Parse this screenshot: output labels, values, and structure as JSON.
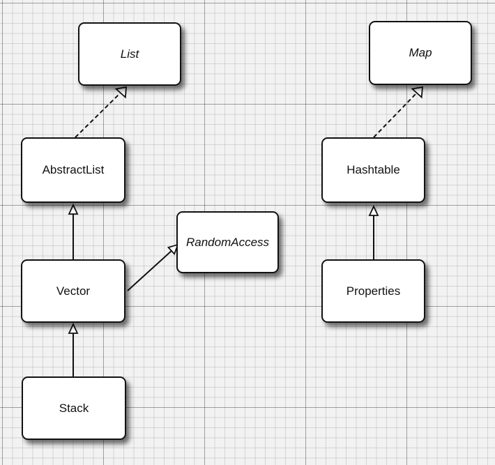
{
  "diagram": {
    "nodes": [
      {
        "id": "list",
        "label": "List",
        "kind": "interface"
      },
      {
        "id": "abstractlist",
        "label": "AbstractList",
        "kind": "class"
      },
      {
        "id": "vector",
        "label": "Vector",
        "kind": "class"
      },
      {
        "id": "randomaccess",
        "label": "RandomAccess",
        "kind": "interface"
      },
      {
        "id": "stack",
        "label": "Stack",
        "kind": "class"
      },
      {
        "id": "map",
        "label": "Map",
        "kind": "interface"
      },
      {
        "id": "hashtable",
        "label": "Hashtable",
        "kind": "class"
      },
      {
        "id": "properties",
        "label": "Properties",
        "kind": "class"
      }
    ],
    "edges": [
      {
        "from": "abstractlist",
        "to": "list",
        "style": "dashed",
        "arrow": "hollow-triangle"
      },
      {
        "from": "vector",
        "to": "abstractlist",
        "style": "solid",
        "arrow": "hollow-triangle"
      },
      {
        "from": "vector",
        "to": "randomaccess",
        "style": "solid",
        "arrow": "hollow-triangle"
      },
      {
        "from": "stack",
        "to": "vector",
        "style": "solid",
        "arrow": "hollow-triangle"
      },
      {
        "from": "hashtable",
        "to": "map",
        "style": "dashed",
        "arrow": "hollow-triangle"
      },
      {
        "from": "properties",
        "to": "hashtable",
        "style": "solid",
        "arrow": "hollow-triangle"
      }
    ],
    "colors": {
      "line": "#111111",
      "box_fill": "#ffffff",
      "grid": "#9a9a9a"
    }
  }
}
